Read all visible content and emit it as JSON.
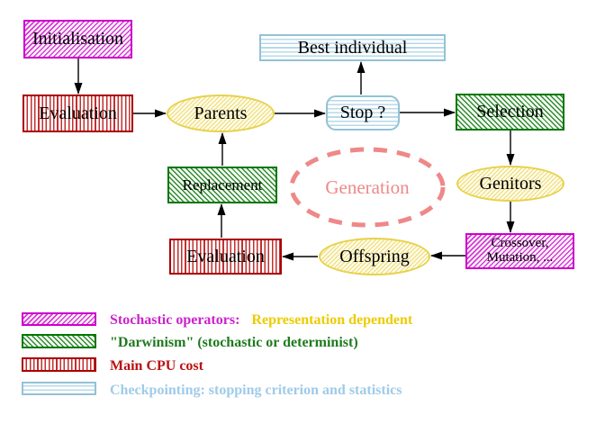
{
  "nodes": {
    "initialisation": {
      "label": "Initialisation"
    },
    "evaluation_top": {
      "label": "Evaluation"
    },
    "parents": {
      "label": "Parents"
    },
    "best_individual": {
      "label": "Best individual"
    },
    "stop": {
      "label": "Stop ?"
    },
    "selection": {
      "label": "Selection"
    },
    "genitors": {
      "label": "Genitors"
    },
    "crossover_mutation": {
      "line1": "Crossover,",
      "line2": "Mutation, ..."
    },
    "offspring": {
      "label": "Offspring"
    },
    "evaluation_bottom": {
      "label": "Evaluation"
    },
    "replacement": {
      "label": "Replacement"
    },
    "generation": {
      "label": "Generation"
    }
  },
  "legend": {
    "items": [
      {
        "swatch": "magenta-diagonal-hatch",
        "segments": [
          {
            "text": "Stochastic operators:",
            "color": "#cc22cc"
          },
          {
            "text": "Representation dependent",
            "color": "#eecb00"
          }
        ]
      },
      {
        "swatch": "green-diagonal-hatch",
        "segments": [
          {
            "text": "\"Darwinism\" (stochastic or determinist)",
            "color": "#1f7a1f"
          }
        ]
      },
      {
        "swatch": "red-vertical-stripes",
        "segments": [
          {
            "text": "Main CPU cost",
            "color": "#bb1111"
          }
        ]
      },
      {
        "swatch": "cyan-horizontal-stripes",
        "segments": [
          {
            "text": "Checkpointing: stopping criterion and statistics",
            "color": "#9fcbe8"
          }
        ]
      }
    ]
  },
  "colors": {
    "stochastic_magenta": "#cc00cc",
    "darwinism_green": "#007700",
    "cpu_cost_red": "#aa0000",
    "checkpointing_cyan": "#9fcbe8",
    "representation_yellow": "#eecb00",
    "node_yellow_border": "#e6d24b",
    "generation_coral": "#ef8888",
    "arrow_black": "#000000"
  }
}
